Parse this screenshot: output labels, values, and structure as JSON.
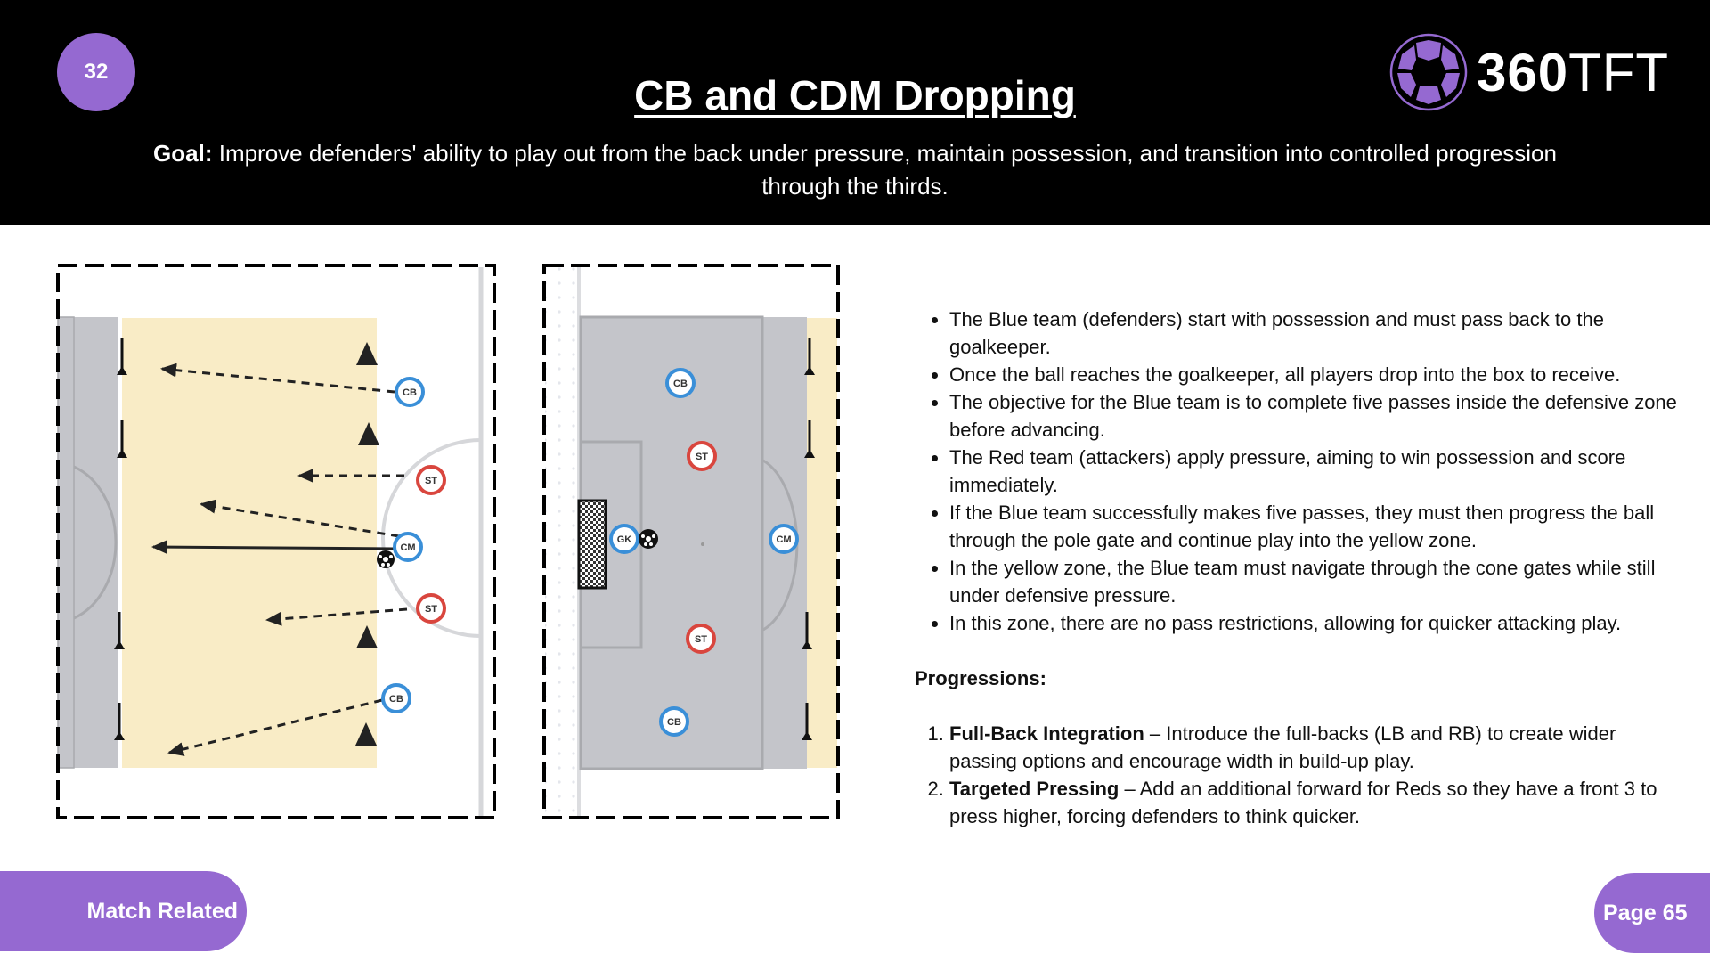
{
  "header": {
    "session_number": "32",
    "title": "CB and CDM Dropping",
    "goal_label": "Goal:",
    "goal_text": "Improve defenders' ability to play out from the back under pressure, maintain possession, and transition into controlled progression through the thirds.",
    "logo": {
      "icon": "soccer-ball-icon",
      "text_bold": "360",
      "text_light": "TFT"
    }
  },
  "colors": {
    "brand_purple": "#9569d1",
    "header_bg": "#000000",
    "zone_yellow": "#f9ecc6",
    "zone_grey": "#c4c5ca",
    "blue_team": "#3a8fd8",
    "red_team": "#d9463e"
  },
  "diagrams": [
    {
      "name": "diagram-phase-1",
      "players": [
        {
          "label": "CB",
          "team": "blue"
        },
        {
          "label": "ST",
          "team": "red"
        },
        {
          "label": "CM",
          "team": "blue"
        },
        {
          "label": "ST",
          "team": "red"
        },
        {
          "label": "CB",
          "team": "blue"
        }
      ]
    },
    {
      "name": "diagram-phase-2",
      "players": [
        {
          "label": "CB",
          "team": "blue"
        },
        {
          "label": "ST",
          "team": "red"
        },
        {
          "label": "GK",
          "team": "blue"
        },
        {
          "label": "CM",
          "team": "blue"
        },
        {
          "label": "ST",
          "team": "red"
        },
        {
          "label": "CB",
          "team": "blue"
        }
      ]
    }
  ],
  "content": {
    "bullets": [
      "The Blue team (defenders) start with possession and must pass back to the goalkeeper.",
      "Once the ball reaches the goalkeeper, all players drop into the box to receive.",
      "The objective for the Blue team is to complete five passes inside the defensive zone before advancing.",
      "The Red team (attackers) apply pressure, aiming to win possession and score immediately.",
      "If the Blue team successfully makes five passes, they must then progress the ball through the pole gate and continue play into the yellow zone.",
      "In the yellow zone, the Blue team must navigate through the cone gates while still under defensive pressure.",
      "In this zone, there are no pass restrictions, allowing for quicker attacking play."
    ],
    "progressions_title": "Progressions:",
    "progressions": [
      {
        "title": "Full-Back Integration",
        "text": " – Introduce the full-backs (LB and RB) to create wider passing options and encourage width in build-up play."
      },
      {
        "title": "Targeted Pressing",
        "text": " – Add an additional forward for Reds so they have a front 3 to press higher, forcing defenders to think quicker."
      }
    ]
  },
  "footer": {
    "category": "Match Related",
    "page": "Page 65"
  }
}
